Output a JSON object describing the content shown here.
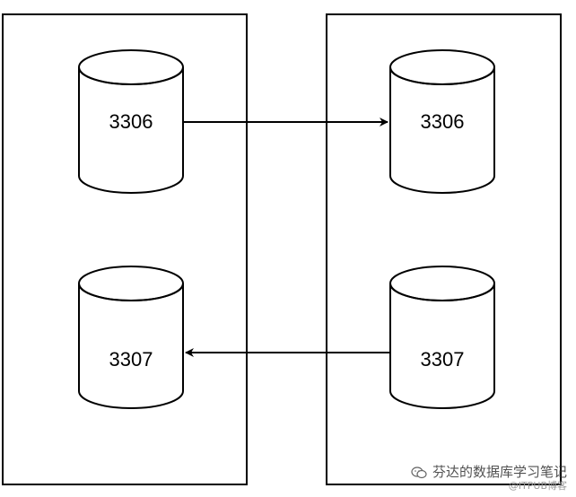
{
  "diagram": {
    "left_server": {
      "db_top": "3306",
      "db_bottom": "3307"
    },
    "right_server": {
      "db_top": "3306",
      "db_bottom": "3307"
    }
  },
  "watermark": {
    "main": "芬达的数据库学习笔记",
    "sub": "@ITPUB博客",
    "icon": "wechat-icon"
  }
}
